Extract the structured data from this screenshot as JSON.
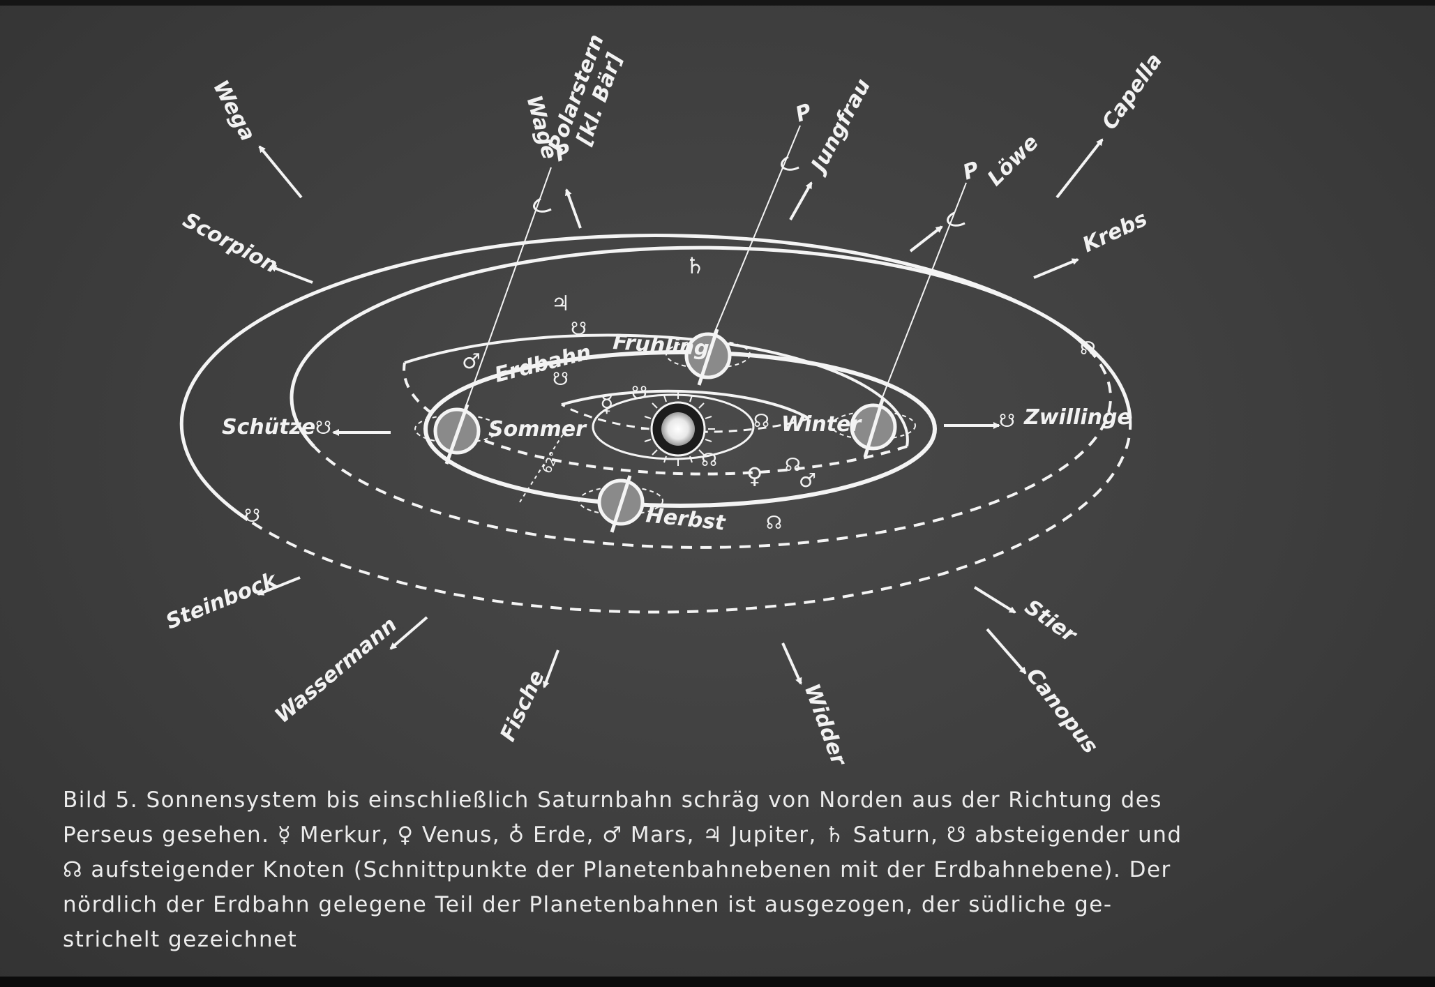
{
  "labels": {
    "wega": "Wega",
    "wage": "Wage",
    "polarstern": "Polarstern",
    "kl_baer": "[kl. Bär]",
    "jungfrau": "Jungfrau",
    "loewe": "Löwe",
    "capella": "Capella",
    "krebs": "Krebs",
    "scorpion": "Scorpion",
    "schuetze": "Schütze",
    "zwillinge": "Zwillinge",
    "steinbock": "Steinbock",
    "wassermann": "Wassermann",
    "fische": "Fische",
    "widder": "Widder",
    "stier": "Stier",
    "canopus": "Canopus",
    "erdbahn": "Erdbahn",
    "fruehling": "Frühling",
    "sommer": "Sommer",
    "winter": "Winter",
    "herbst": "Herbst",
    "pole": "P",
    "angle": "62°"
  },
  "symbols": {
    "mercury": "☿",
    "venus": "♀",
    "mars": "♂",
    "jupiter": "♃",
    "saturn": "♄",
    "descending_node": "☋",
    "ascending_node": "☊"
  },
  "caption": {
    "line1": "Bild 5. Sonnensystem bis einschließlich Saturnbahn schräg von Norden aus der Richtung des",
    "line2": "Perseus gesehen. ☿ Merkur, ♀ Venus, ♁ Erde, ♂ Mars, ♃ Jupiter, ♄ Saturn, ☋ absteigender und",
    "line3": "☊ aufsteigender Knoten (Schnittpunkte der Planetenbahnebenen mit der Erdbahnebene). Der",
    "line4": "nördlich der Erdbahn gelegene Teil der Planetenbahnen ist ausgezogen, der südliche ge-",
    "line5": "strichelt gezeichnet"
  },
  "colors": {
    "background": "#3e3e3e",
    "ink": "#f2f2f2"
  }
}
